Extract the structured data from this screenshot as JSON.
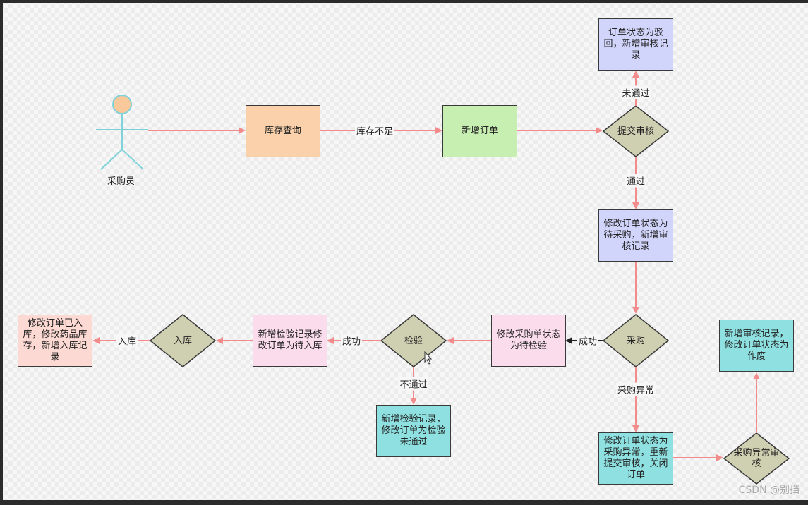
{
  "actor": {
    "label": "采购员"
  },
  "nodes": {
    "stock_query": "库存查询",
    "new_order": "新增订单",
    "submit_review": "提交审核",
    "rejected": "订单状态为驳回，新增审核记录",
    "pending_purchase": "修改订单状态为待采购，新增审核记录",
    "purchase": "采购",
    "pending_inspection": "修改采购单状态为待检验",
    "inspection": "检验",
    "inspection_record": "新增检验记录修改订单为待入库",
    "storage": "入库",
    "stored": "修改订单已入库，修改药品库存，新增入库记录",
    "inspection_failed": "新增检验记录，修改订单为检验未通过",
    "purchase_abnormal": "修改订单状态为采购异常，重新提交审核，关闭订单",
    "abnormal_review": "采购异常审核",
    "voided": "新增审核记录，修改订单状态为作废"
  },
  "edges": {
    "stock_insufficient": "库存不足",
    "not_passed_review": "未通过",
    "passed": "通过",
    "success_purchase": "成功",
    "success_inspection": "成功",
    "storage_edge": "入库",
    "not_passed_inspection": "不通过",
    "purchase_abnormal": "采购异常"
  },
  "watermark": "CSDN @别挡",
  "colors": {
    "arrow": "#f28c8c",
    "actor_head": "#f9c99c",
    "actor_body": "#7fd3d8"
  }
}
